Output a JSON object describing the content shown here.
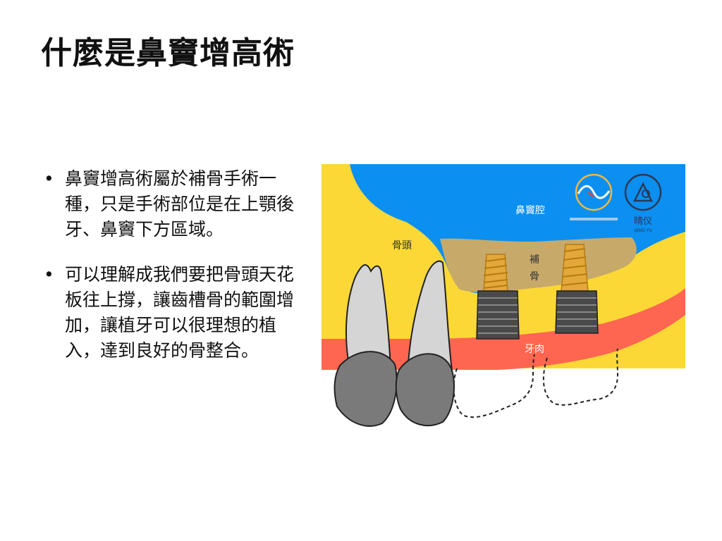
{
  "slide": {
    "title": "什麼是鼻竇增高術",
    "bullets": [
      "鼻竇增高術屬於補骨手術一種，只是手術部位是在上顎後牙、鼻竇下方區域。",
      "可以理解成我們要把骨頭天花板往上撐，讓齒槽骨的範圍增加，讓植牙可以很理想的植入，達到良好的骨整合。"
    ],
    "bullet_glyph": "•"
  },
  "diagram": {
    "labels": {
      "sinus": "鼻竇腔",
      "bone": "骨頭",
      "graft_1": "補",
      "graft_2": "骨",
      "gum": "牙肉"
    },
    "logo_2_text": "晴仪",
    "logo_2_subtext": "QING YU",
    "colors": {
      "sinus": "#0b8ff0",
      "bone": "#fbd835",
      "graft": "#c7a96a",
      "gum": "#ff6651",
      "tooth": "#d5d5d5",
      "crown": "#7a7a7a",
      "implant_screw": "#e3a83a",
      "implant_base": "#4a4a4a"
    },
    "icons": [
      "wave-logo-icon",
      "q-logo-icon"
    ]
  }
}
